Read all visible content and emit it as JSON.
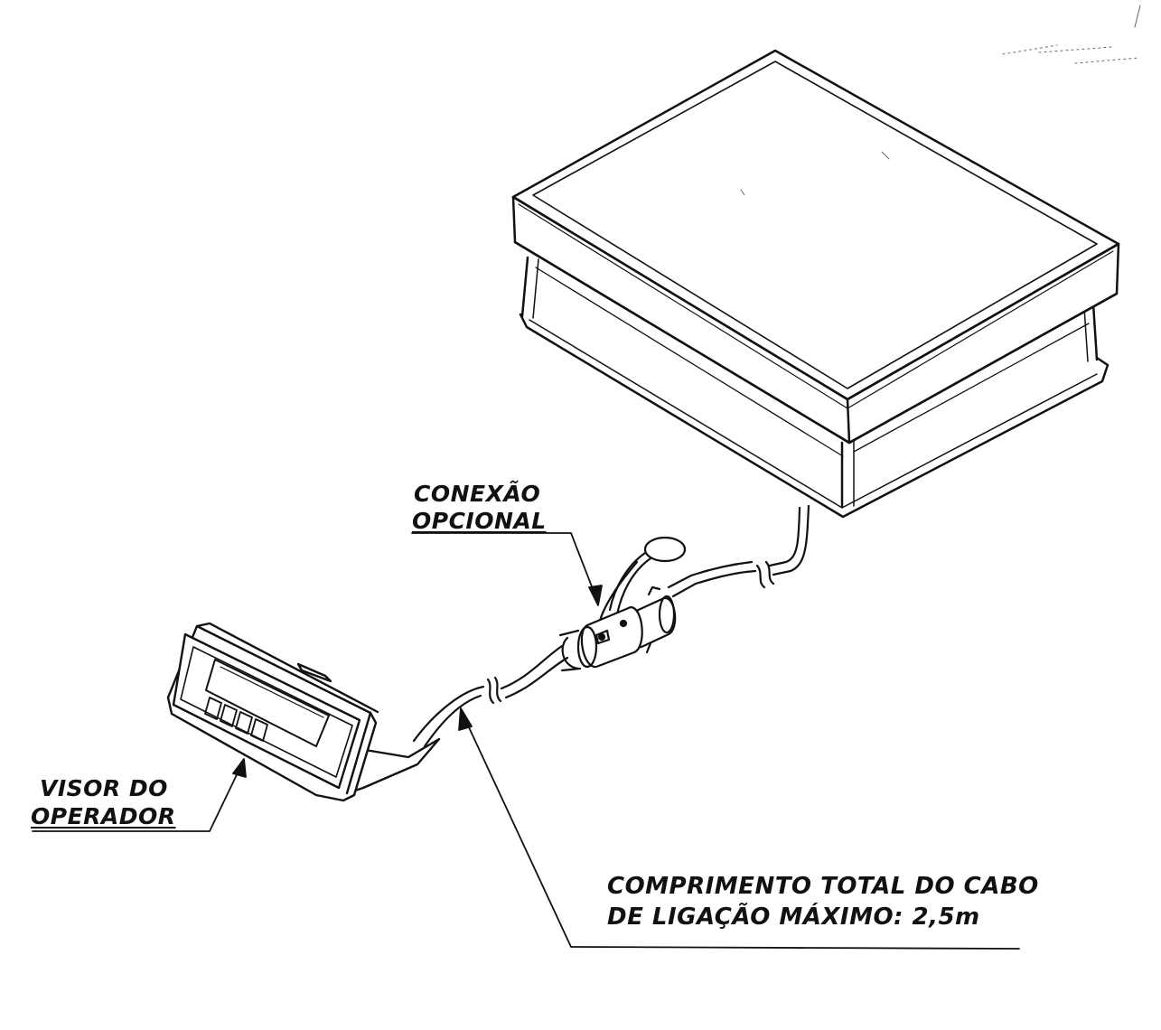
{
  "labels": {
    "connection_line1": "CONEXÃO",
    "connection_line2": "OPCIONAL",
    "display_line1": "VISOR DO",
    "display_line2": "OPERADOR",
    "cable_line1": "COMPRIMENTO TOTAL DO CABO",
    "cable_line2": "DE LIGAÇÃO MÁXIMO: 2,5m"
  },
  "colors": {
    "ink": "#111111",
    "paper": "#ffffff"
  }
}
